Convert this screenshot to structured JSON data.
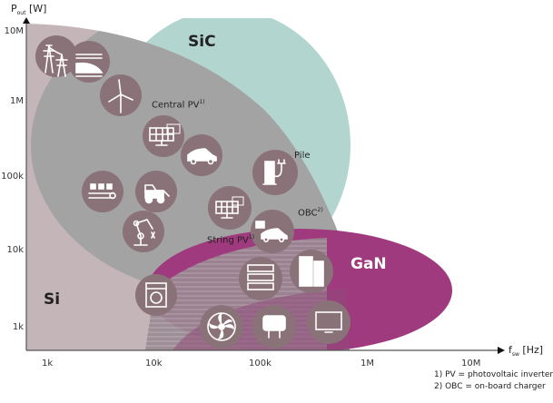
{
  "diagram": {
    "y_axis": {
      "title_main": "P",
      "title_sub": "out",
      "title_unit": " [W]",
      "ticks": [
        "10M",
        "1M",
        "100k",
        "10k",
        "1k"
      ]
    },
    "x_axis": {
      "title_main": "f",
      "title_sub": "sw",
      "title_unit": " [Hz]",
      "ticks": [
        "1k",
        "10k",
        "100k",
        "1M",
        "10M"
      ]
    },
    "regions": {
      "si": {
        "label": "Si",
        "color": "#c4b5b9"
      },
      "sic": {
        "label": "SiC",
        "color": "#b2d5cf"
      },
      "gan": {
        "label": "GaN",
        "color": "#a03a7e"
      },
      "overlap": {
        "color": "#a3a3a3"
      }
    },
    "application_labels": {
      "central_pv": "Central PV",
      "central_pv_note": "1)",
      "pile": "Pile",
      "obc": "OBC",
      "obc_note": "2)",
      "string_pv": "String PV",
      "string_pv_note": "1)"
    },
    "icons": [
      {
        "name": "power-transmission-tower-icon"
      },
      {
        "name": "high-speed-train-icon"
      },
      {
        "name": "wind-turbine-icon"
      },
      {
        "name": "central-solar-panel-icon"
      },
      {
        "name": "electric-car-icon"
      },
      {
        "name": "charging-pile-icon"
      },
      {
        "name": "conveyor-belt-icon"
      },
      {
        "name": "wheel-loader-icon"
      },
      {
        "name": "robot-arm-icon"
      },
      {
        "name": "string-solar-panel-icon"
      },
      {
        "name": "onboard-charger-car-icon"
      },
      {
        "name": "washing-machine-icon"
      },
      {
        "name": "server-rack-icon"
      },
      {
        "name": "data-center-icon"
      },
      {
        "name": "fan-icon"
      },
      {
        "name": "power-adapter-icon"
      },
      {
        "name": "monitor-icon"
      }
    ],
    "footnotes": [
      "1) PV = photovoltaic inverter",
      "2) OBC = on-board charger"
    ],
    "icon_circle_color": "#8a7279"
  }
}
